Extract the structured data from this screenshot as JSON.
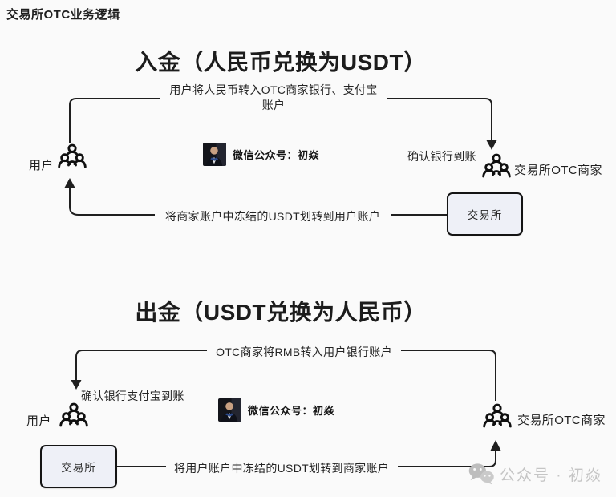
{
  "page": {
    "header": "交易所OTC业务逻辑"
  },
  "deposit_flow": {
    "title": "入金（人民币兑换为USDT）",
    "top_arrow_label_line1": "用户将人民币转入OTC商家银行、支付宝",
    "top_arrow_label_line2": "账户",
    "confirm_label": "确认银行到账",
    "user_label": "用户",
    "merchant_label": "交易所OTC商家",
    "exchange_box_label": "交易所",
    "bottom_arrow_label": "将商家账户中冻结的USDT划转到用户账户",
    "badge_text": "微信公众号：初焱"
  },
  "withdraw_flow": {
    "title": "出金（USDT兑换为人民币）",
    "top_arrow_label": "OTC商家将RMB转入用户银行账户",
    "confirm_label": "确认银行支付宝到账",
    "user_label": "用户",
    "merchant_label": "交易所OTC商家",
    "exchange_box_label": "交易所",
    "bottom_arrow_label": "将用户账户中冻结的USDT划转到商家账户",
    "badge_text": "微信公众号：初焱"
  },
  "watermark": {
    "text": "公众号 · 初焱"
  },
  "colors": {
    "line": "#1f1f1f",
    "box_fill": "#eef0f7",
    "watermark": "#c5c5c5",
    "background": "#fafafa"
  }
}
